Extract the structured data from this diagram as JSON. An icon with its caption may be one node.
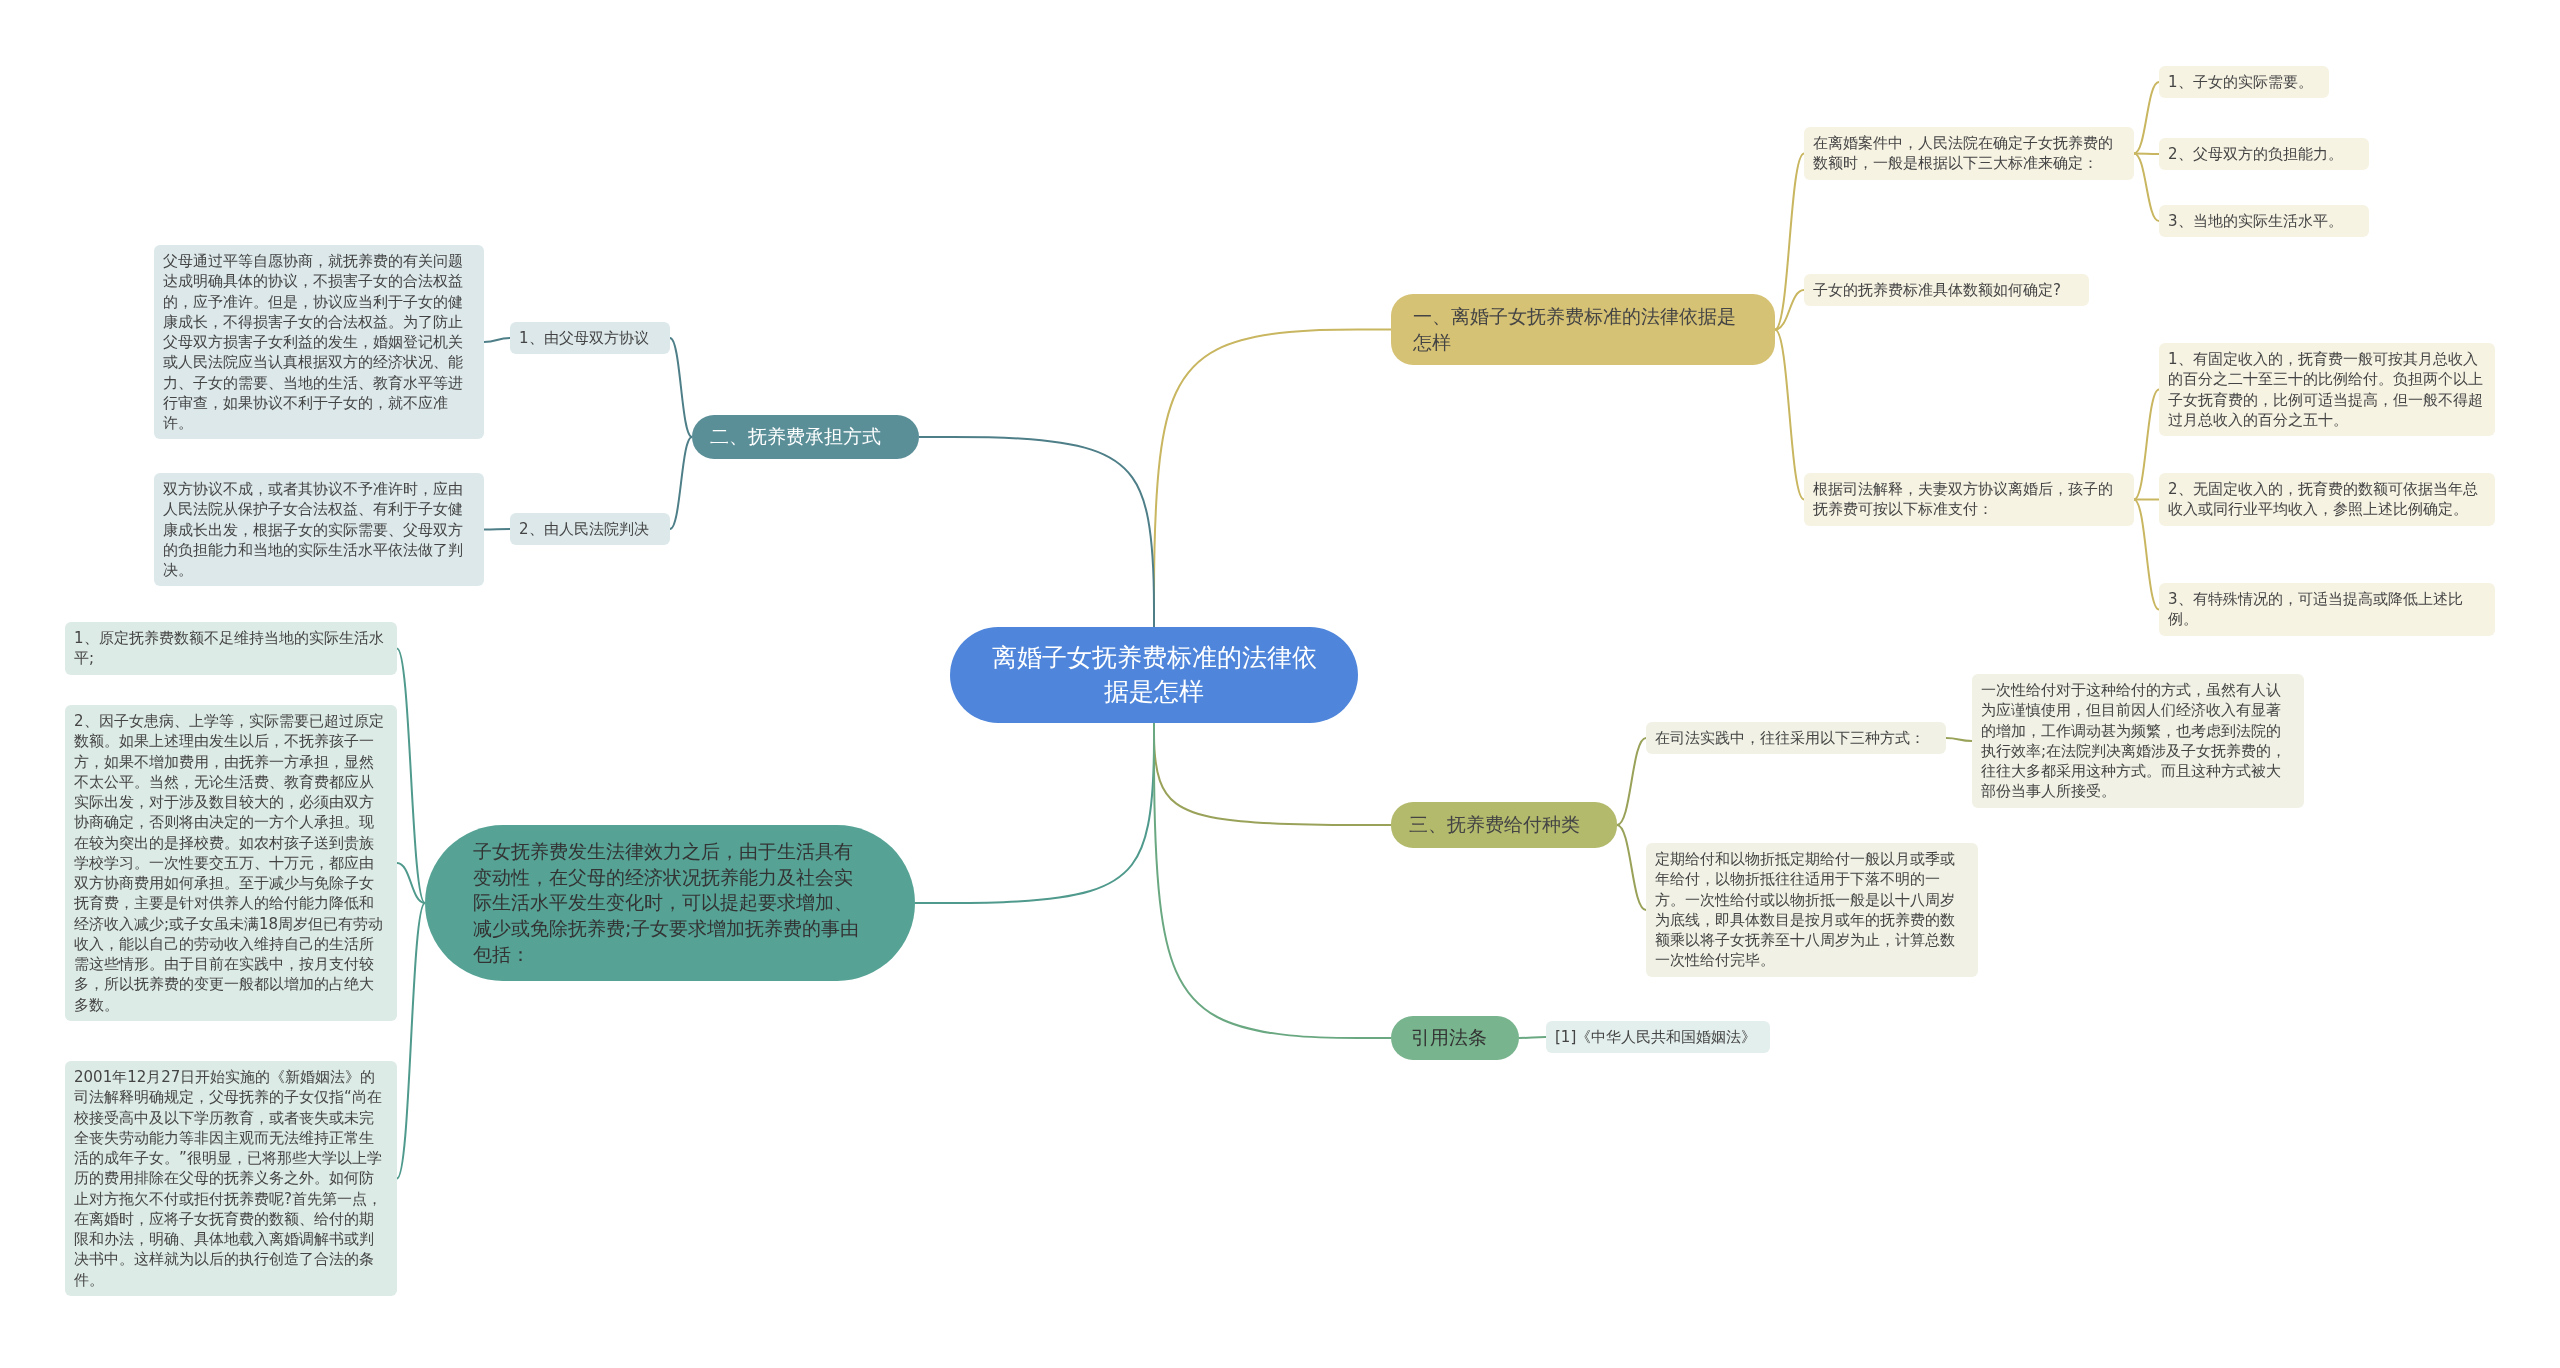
{
  "diagram": {
    "nodes": [
      {
        "text": [
          "离婚子女抚养费标准的法律依据是怎样"
        ]
      },
      {
        "text": [
          "一、离婚子女抚养费标准的法律依据是怎样"
        ]
      },
      {
        "text": [
          "在离婚案件中，人民法院在确定子女抚养费的数额时，一般是根据以下三大标准来确定："
        ]
      },
      {
        "text": [
          "1、子女的实际需要。"
        ]
      },
      {
        "text": [
          "2、父母双方的负担能力。"
        ]
      },
      {
        "text": [
          "3、当地的实际生活水平。"
        ]
      },
      {
        "text": [
          "子女的抚养费标准具体数额如何确定?"
        ]
      },
      {
        "text": [
          "根据司法解释，夫妻双方协议离婚后，孩子的抚养费可按以下标准支付："
        ]
      },
      {
        "text": [
          "1、有固定收入的，抚育费一般可按其月总收入的百分之二十至三十的比例给付。负担两个以上子女抚育费的，比例可适当提高，但一般不得超过月总收入的百分之五十。"
        ]
      },
      {
        "text": [
          "2、无固定收入的，抚育费的数额可依据当年总收入或同行业平均收入，参照上述比例确定。"
        ]
      },
      {
        "text": [
          "3、有特殊情况的，可适当提高或降低上述比例。"
        ]
      },
      {
        "text": [
          "二、抚养费承担方式"
        ]
      },
      {
        "text": [
          "1、由父母双方协议"
        ]
      },
      {
        "text": [
          "父母通过平等自愿协商，就抚养费的有关问题达成明确具体的协议，不损害子女的合法权益的，应予准许。但是，协议应当利于子女的健康成长，不得损害子女的合法权益。为了防止父母双方损害子女利益的发生，婚姻登记机关或人民法院应当认真根据双方的经济状况、能力、子女的需要、当地的生活、教育水平等进行审查，如果协议不利于子女的，就不应准许。"
        ]
      },
      {
        "text": [
          "2、由人民法院判决"
        ]
      },
      {
        "text": [
          "双方协议不成，或者其协议不予准许时，应由人民法院从保护子女合法权益、有利于子女健康成长出发，根据子女的实际需要、父母双方的负担能力和当地的实际生活水平依法做了判决。"
        ]
      },
      {
        "text": [
          "子女抚养费发生法律效力之后，由于生活具有变动性，在父母的经济状况抚养能力及社会实际生活水平发生变化时，可以提起要求增加、减少或免除抚养费;子女要求增加抚养费的事由包括："
        ]
      },
      {
        "text": [
          "1、原定抚养费数额不足维持当地的实际生活水平;"
        ]
      },
      {
        "text": [
          "2、因子女患病、上学等，实际需要已超过原定数额。如果上述理由发生以后，不抚养孩子一方，如果不增加费用，由抚养一方承担，显然不太公平。当然，无论生活费、教育费都应从实际出发，对于涉及数目较大的，必须由双方协商确定，否则将由决定的一方个人承担。现在较为突出的是择校费。如农村孩子送到贵族学校学习。一次性要交五万、十万元，都应由双方协商费用如何承担。至于减少与免除子女抚育费，主要是针对供养人的给付能力降低和经济收入减少;或子女虽未满18周岁但已有劳动收入，能以自己的劳动收入维持自己的生活所需这些情形。由于目前在实践中，按月支付较多，所以抚养费的变更一般都以增加的占绝大多数。"
        ]
      },
      {
        "text": [
          "2001年12月27日开始实施的《新婚姻法》的司法解释明确规定，父母抚养的子女仅指“尚在校接受高中及以下学历教育，或者丧失或未完全丧失劳动能力等非因主观而无法维持正常生活的成年子女。”很明显，已将那些大学以上学历的费用排除在父母的抚养义务之外。如何防止对方拖欠不付或拒付抚养费呢?首先第一点，在离婚时，应将子女抚育费的数额、给付的期限和办法，明确、具体地载入离婚调解书或判决书中。这样就为以后的执行创造了合法的条件。"
        ]
      },
      {
        "text": [
          "三、抚养费给付种类"
        ]
      },
      {
        "text": [
          "在司法实践中，往往采用以下三种方式："
        ]
      },
      {
        "text": [
          "一次性给付对于这种给付的方式，虽然有人认为应谨慎使用，但目前因人们经济收入有显著的增加，工作调动甚为频繁，也考虑到法院的执行效率;在法院判决离婚涉及子女抚养费的，往往大多都采用这种方式。而且这种方式被大部份当事人所接受。"
        ]
      },
      {
        "text": [
          "定期给付和以物折抵定期给付一般以月或季或年给付，以物折抵往往适用于下落不明的一方。一次性给付或以物折抵一般是以十八周岁为底线，即具体数目是按月或年的抚养费的数额乘以将子女抚养至十八周岁为止，计算总数一次性给付完毕。"
        ]
      },
      {
        "text": [
          "引用法条"
        ]
      },
      {
        "text": [
          "[1]《中华人民共和国婚姻法》"
        ]
      }
    ],
    "edges": [
      {
        "from": 0,
        "to": 1,
        "arrow": "none",
        "color": "#c9b660"
      },
      {
        "from": 1,
        "to": 2,
        "arrow": "none",
        "color": "#c9b660"
      },
      {
        "from": 2,
        "to": 3,
        "arrow": "none",
        "color": "#c9b660"
      },
      {
        "from": 2,
        "to": 4,
        "arrow": "none",
        "color": "#c9b660"
      },
      {
        "from": 2,
        "to": 5,
        "arrow": "none",
        "color": "#c9b660"
      },
      {
        "from": 1,
        "to": 6,
        "arrow": "none",
        "color": "#c9b660"
      },
      {
        "from": 1,
        "to": 7,
        "arrow": "none",
        "color": "#c9b660"
      },
      {
        "from": 7,
        "to": 8,
        "arrow": "none",
        "color": "#c9b660"
      },
      {
        "from": 7,
        "to": 9,
        "arrow": "none",
        "color": "#c9b660"
      },
      {
        "from": 7,
        "to": 10,
        "arrow": "none",
        "color": "#c9b660"
      },
      {
        "from": 0,
        "to": 11,
        "arrow": "none",
        "color": "#4e7f88"
      },
      {
        "from": 11,
        "to": 12,
        "arrow": "none",
        "color": "#4e7f88"
      },
      {
        "from": 12,
        "to": 13,
        "arrow": "none",
        "color": "#4e7f88"
      },
      {
        "from": 11,
        "to": 14,
        "arrow": "none",
        "color": "#4e7f88"
      },
      {
        "from": 14,
        "to": 15,
        "arrow": "none",
        "color": "#4e7f88"
      },
      {
        "from": 0,
        "to": 16,
        "arrow": "none",
        "color": "#4f9a8c"
      },
      {
        "from": 16,
        "to": 17,
        "arrow": "none",
        "color": "#4f9a8c"
      },
      {
        "from": 16,
        "to": 18,
        "arrow": "none",
        "color": "#4f9a8c"
      },
      {
        "from": 16,
        "to": 19,
        "arrow": "none",
        "color": "#4f9a8c"
      },
      {
        "from": 0,
        "to": 20,
        "arrow": "none",
        "color": "#9aa25a"
      },
      {
        "from": 20,
        "to": 21,
        "arrow": "none",
        "color": "#9aa25a"
      },
      {
        "from": 21,
        "to": 22,
        "arrow": "none",
        "color": "#9aa25a"
      },
      {
        "from": 20,
        "to": 23,
        "arrow": "none",
        "color": "#9aa25a"
      },
      {
        "from": 0,
        "to": 24,
        "arrow": "none",
        "color": "#6aa882"
      },
      {
        "from": 24,
        "to": 25,
        "arrow": "none",
        "color": "#6aa882"
      }
    ]
  }
}
